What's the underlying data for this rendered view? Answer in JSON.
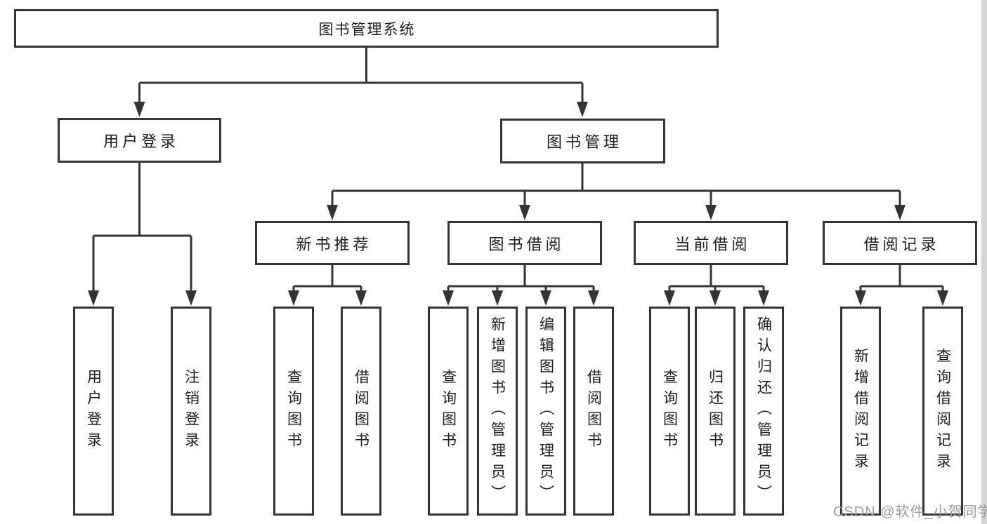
{
  "tree": {
    "label": "图书管理系统",
    "children": [
      {
        "label": "用户登录",
        "children": [
          {
            "label": "用户登录"
          },
          {
            "label": "注销登录"
          }
        ]
      },
      {
        "label": "图书管理",
        "children": [
          {
            "label": "新书推荐",
            "children": [
              {
                "label": "查询图书"
              },
              {
                "label": "借阅图书"
              }
            ]
          },
          {
            "label": "图书借阅",
            "children": [
              {
                "label": "查询图书"
              },
              {
                "label": "新增图书（管理员）"
              },
              {
                "label": "编辑图书（管理员）"
              },
              {
                "label": "借阅图书"
              }
            ]
          },
          {
            "label": "当前借阅",
            "children": [
              {
                "label": "查询图书"
              },
              {
                "label": "归还图书"
              },
              {
                "label": "确认归还（管理员）"
              }
            ]
          },
          {
            "label": "借阅记录",
            "children": [
              {
                "label": "新增借阅记录"
              },
              {
                "label": "查询借阅记录"
              }
            ]
          }
        ]
      }
    ]
  },
  "watermark": {
    "text": "CSDN @软件_小贺同学"
  },
  "colors": {
    "line": "#343434",
    "text": "#1d1d1f",
    "watermark": "#9c9c9c",
    "background": "#ffffff"
  }
}
